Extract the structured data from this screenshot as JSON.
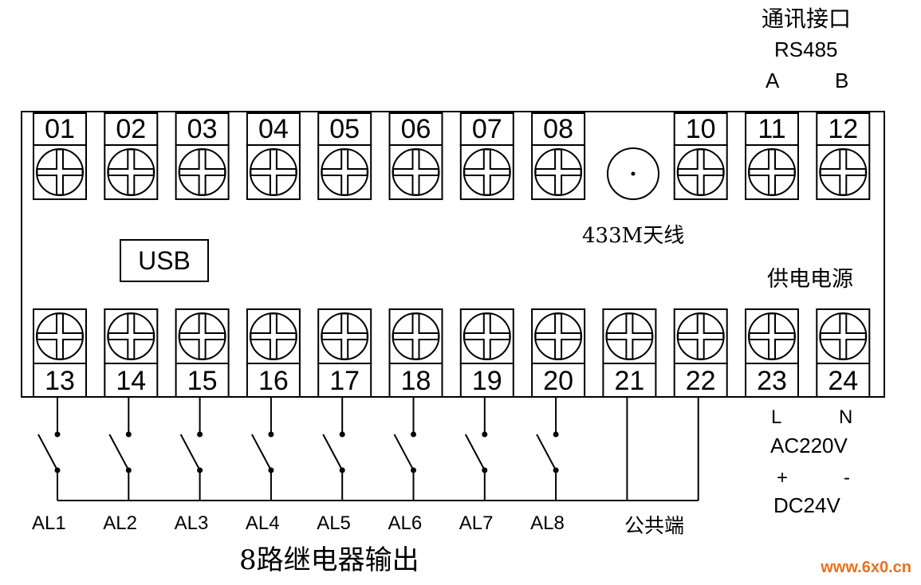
{
  "rs485": {
    "title": "通讯接口",
    "protocol": "RS485",
    "pin_a": "A",
    "pin_b": "B"
  },
  "antenna_label": "433M天线",
  "usb_label": "USB",
  "power": {
    "title": "供电电源",
    "l": "L",
    "n": "N",
    "ac": "AC220V",
    "plus": "+",
    "minus": "-",
    "dc": "DC24V"
  },
  "top_terminals": [
    "01",
    "02",
    "03",
    "04",
    "05",
    "06",
    "07",
    "08",
    "10",
    "11",
    "12"
  ],
  "bottom_terminals": [
    "13",
    "14",
    "15",
    "16",
    "17",
    "18",
    "19",
    "20",
    "21",
    "22",
    "23",
    "24"
  ],
  "relay_labels": [
    "AL1",
    "AL2",
    "AL3",
    "AL4",
    "AL5",
    "AL6",
    "AL7",
    "AL8"
  ],
  "common_label": "公共端",
  "relay_title": "8路继电器输出",
  "watermark": "www.6x0.cn"
}
